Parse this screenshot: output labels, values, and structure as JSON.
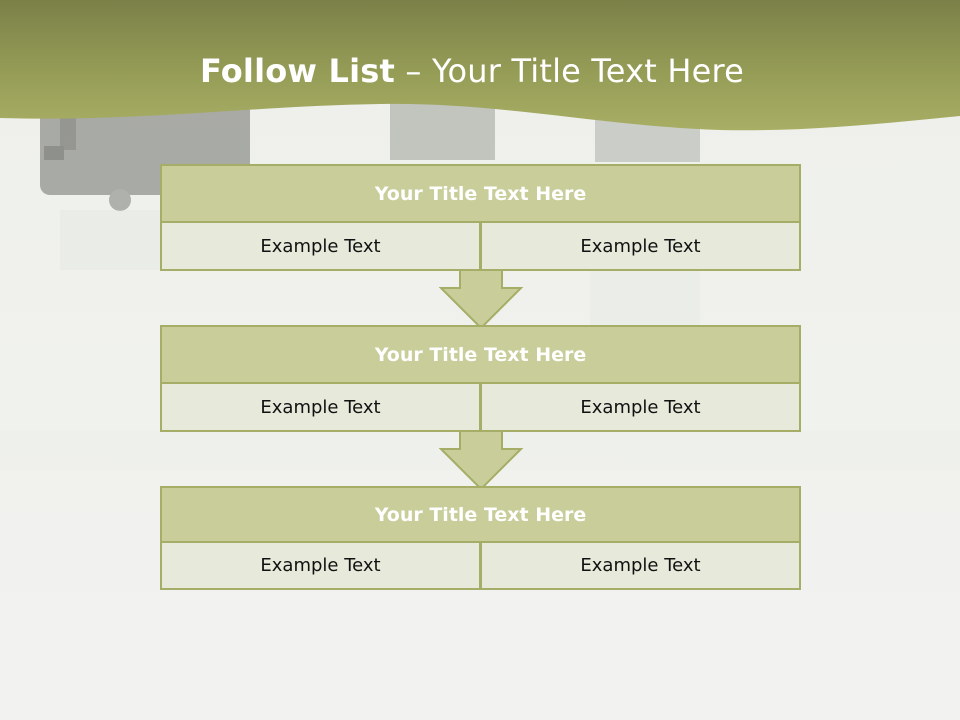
{
  "title": {
    "bold": "Follow List",
    "separator": "–",
    "rest": "Your Title Text Here"
  },
  "blocks": [
    {
      "header": "Your Title Text Here",
      "left": "Example Text",
      "right": "Example Text"
    },
    {
      "header": "Your Title Text Here",
      "left": "Example Text",
      "right": "Example Text"
    },
    {
      "header": "Your Title Text Here",
      "left": "Example Text",
      "right": "Example Text"
    }
  ],
  "colors": {
    "header_band": "#8f9850",
    "box_header_fill": "#c8cd99",
    "box_cell_fill": "#e7e9db",
    "box_border": "#a5ad66",
    "arrow_fill": "#c8cd99"
  }
}
